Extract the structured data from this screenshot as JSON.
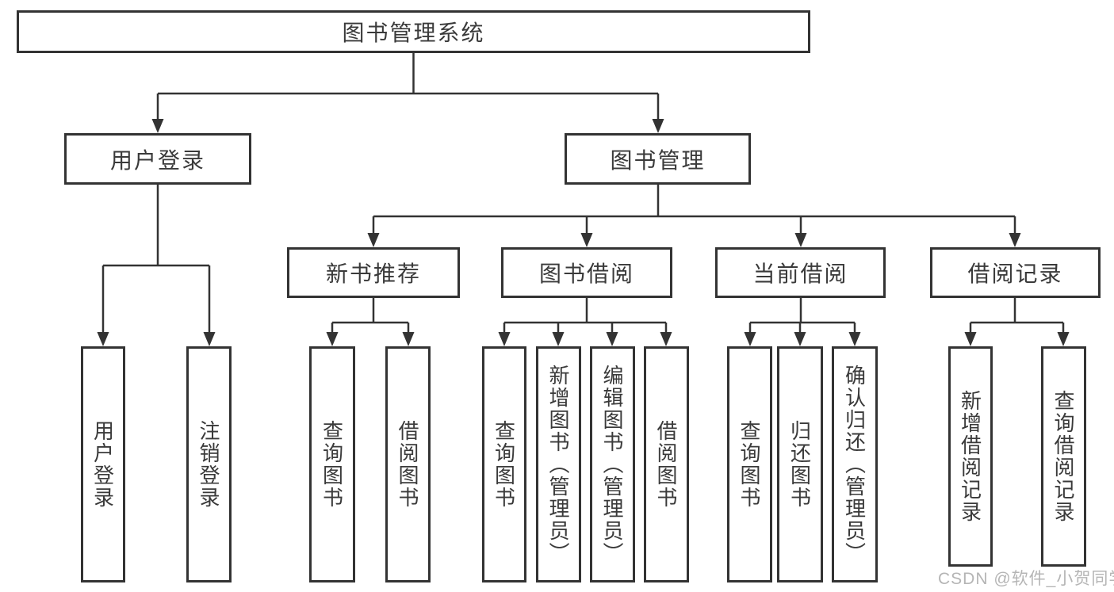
{
  "diagram_title": "图书管理系统",
  "watermark": {
    "text": "CSDN @软件_小贺同学"
  },
  "colors": {
    "line": "#333333",
    "text": "#3a3a3a",
    "background": "#ffffff",
    "watermark": "#b5b5b5"
  },
  "tree": {
    "label": "图书管理系统",
    "children": [
      {
        "label": "用户登录",
        "children": [
          {
            "label": "用户登录"
          },
          {
            "label": "注销登录"
          }
        ]
      },
      {
        "label": "图书管理",
        "children": [
          {
            "label": "新书推荐",
            "children": [
              {
                "label": "查询图书"
              },
              {
                "label": "借阅图书"
              }
            ]
          },
          {
            "label": "图书借阅",
            "children": [
              {
                "label": "查询图书"
              },
              {
                "label": "新增图书（管理员）"
              },
              {
                "label": "编辑图书（管理员）"
              },
              {
                "label": "借阅图书"
              }
            ]
          },
          {
            "label": "当前借阅",
            "children": [
              {
                "label": "查询图书"
              },
              {
                "label": "归还图书"
              },
              {
                "label": "确认归还（管理员）"
              }
            ]
          },
          {
            "label": "借阅记录",
            "children": [
              {
                "label": "新增借阅记录"
              },
              {
                "label": "查询借阅记录"
              }
            ]
          }
        ]
      }
    ]
  }
}
